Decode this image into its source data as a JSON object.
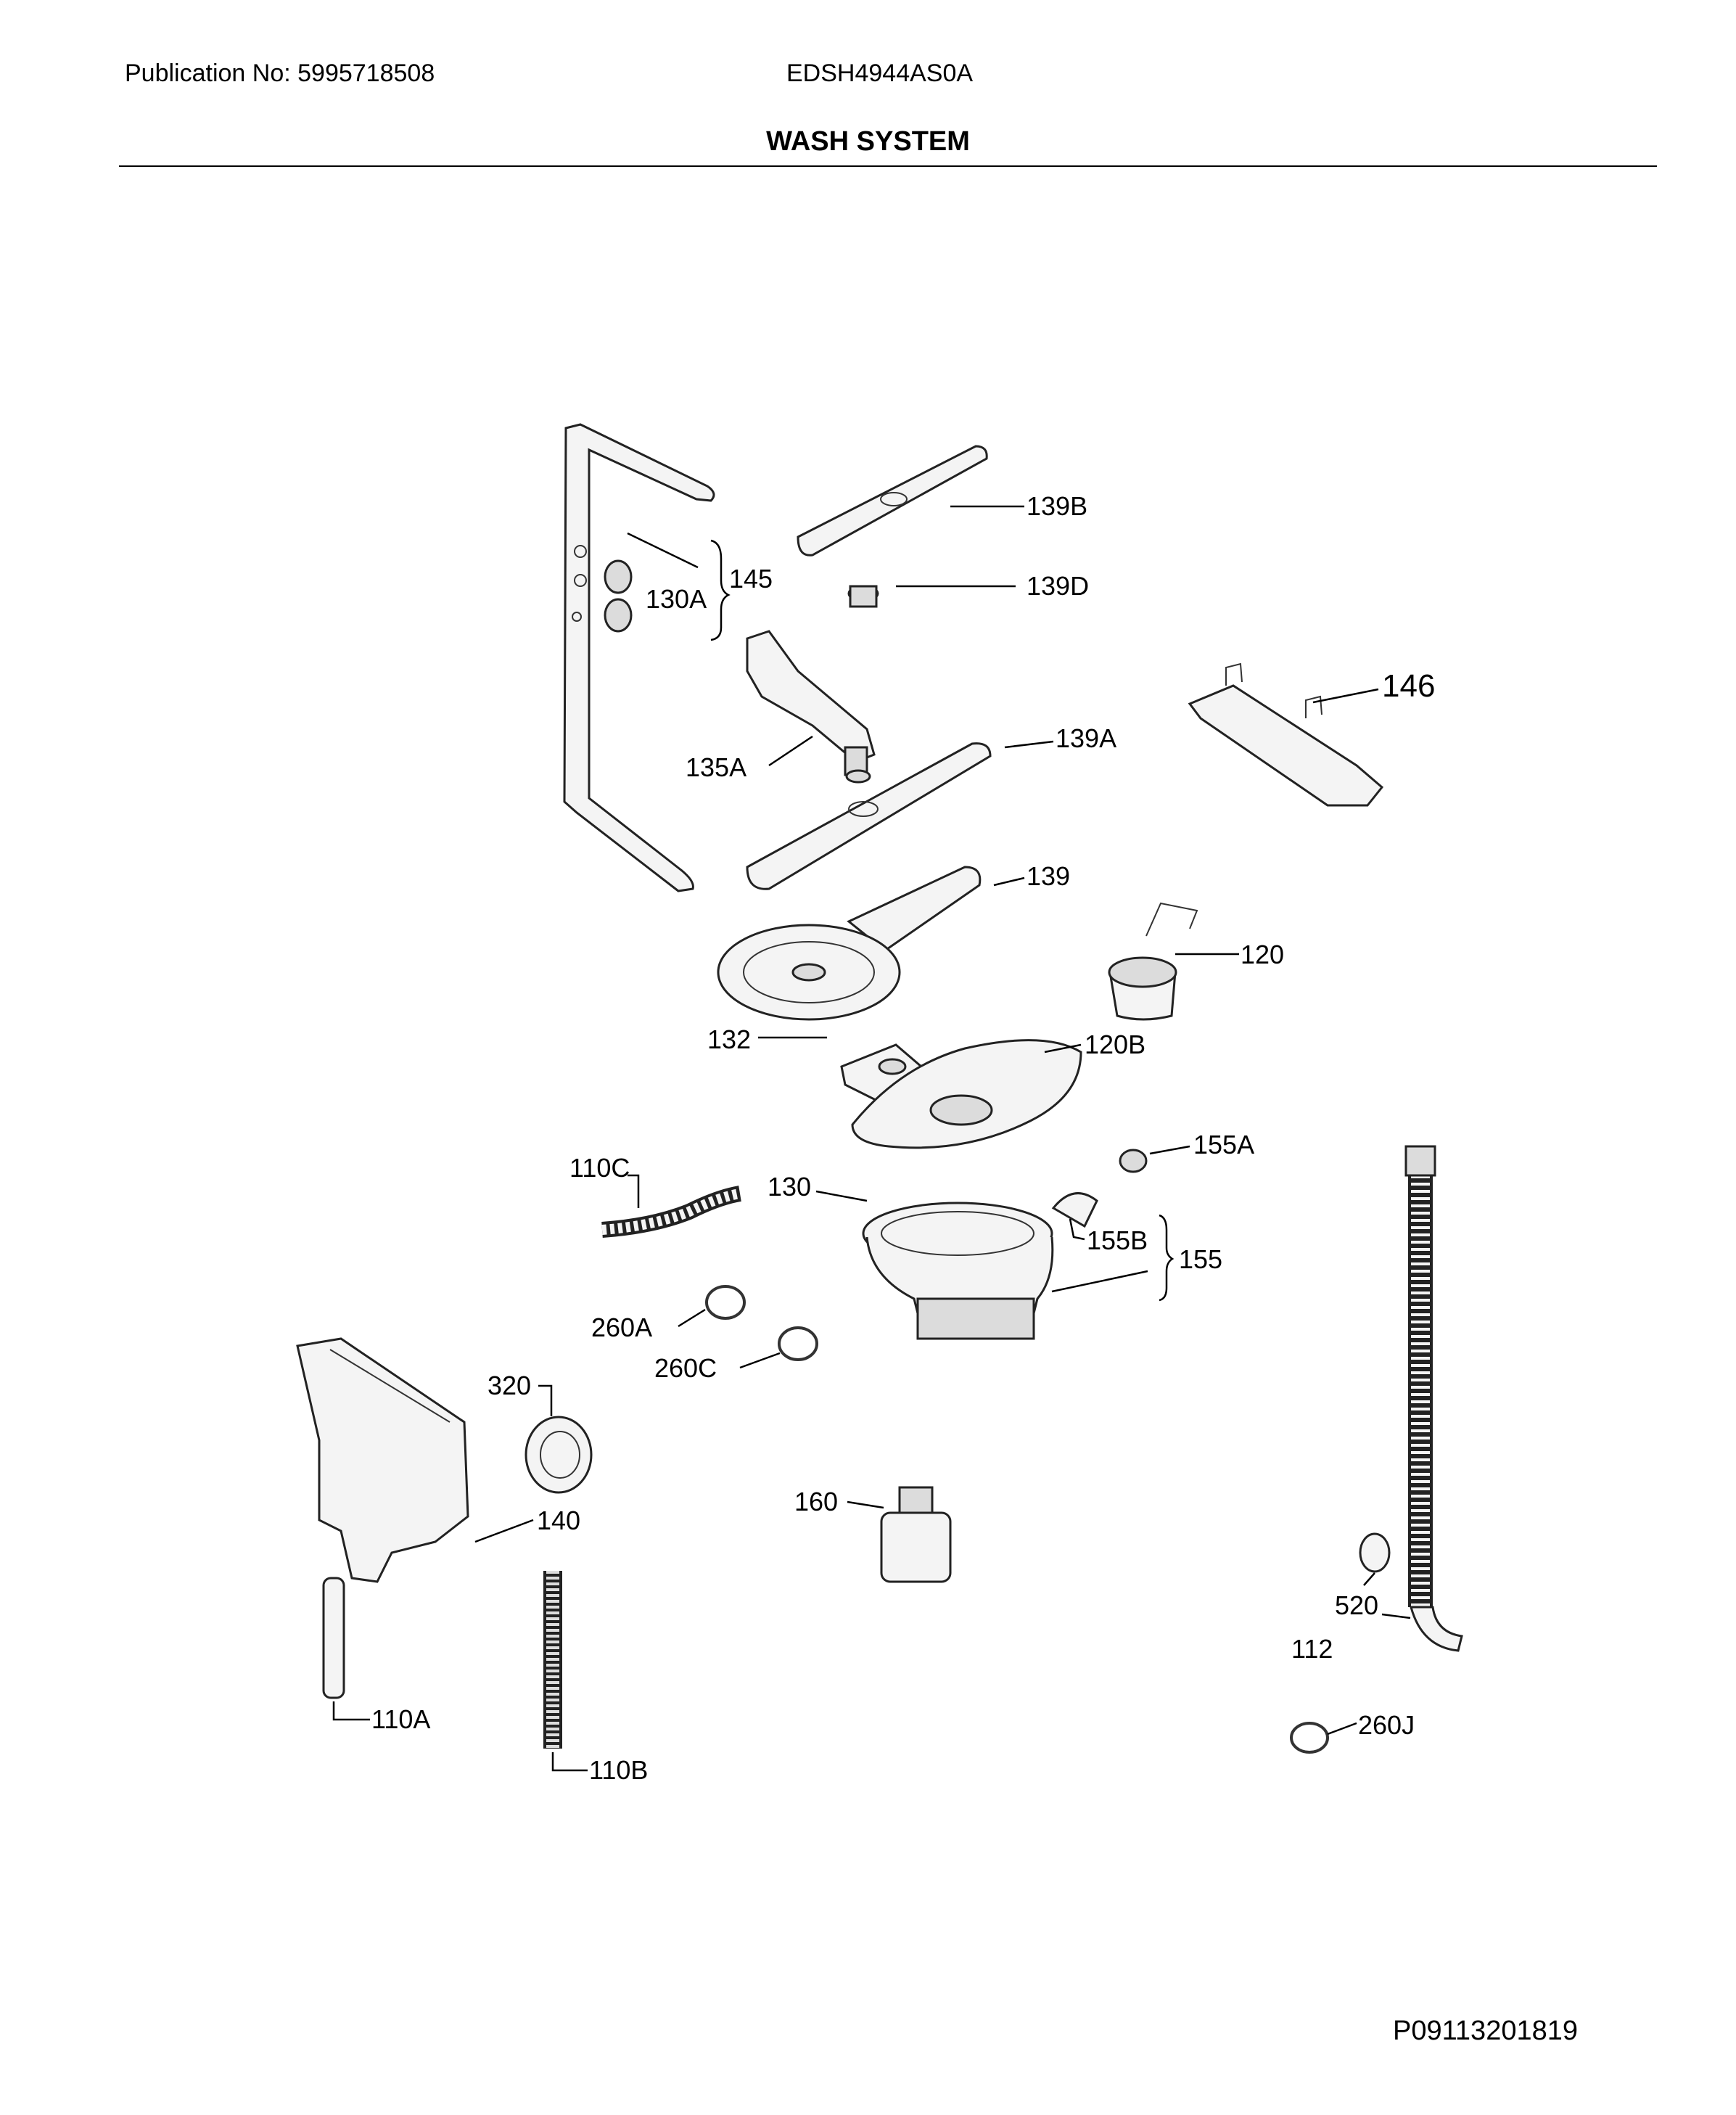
{
  "header": {
    "publication": "Publication No: 5995718508",
    "model": "EDSH4944AS0A",
    "title": "WASH SYSTEM"
  },
  "footer": {
    "code": "P09113201819"
  },
  "labels": {
    "l139B": "139B",
    "l139D": "139D",
    "l145": "145",
    "l130A": "130A",
    "l146": "146",
    "l135A": "135A",
    "l139A": "139A",
    "l139": "139",
    "l120": "120",
    "l132": "132",
    "l120B": "120B",
    "l110C": "110C",
    "l130": "130",
    "l155A": "155A",
    "l155B": "155B",
    "l155": "155",
    "l260A": "260A",
    "l260C": "260C",
    "l320": "320",
    "l140": "140",
    "l160": "160",
    "l520": "520",
    "l112": "112",
    "l260J": "260J",
    "l110A": "110A",
    "l110B": "110B"
  }
}
